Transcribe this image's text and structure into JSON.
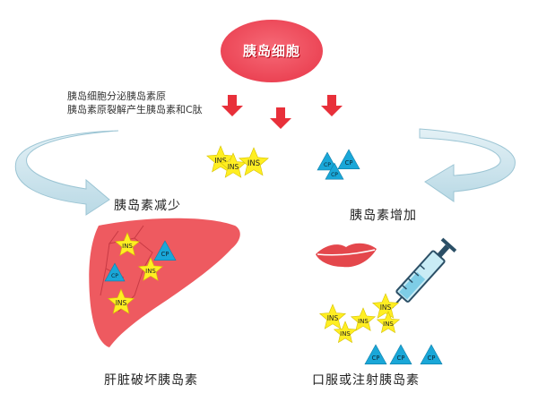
{
  "cell": {
    "title": "胰岛细胞"
  },
  "notes": {
    "secrete": "胰岛细胞分泌胰岛素原",
    "cleave": "胰岛素原裂解产生胰岛素和C肽"
  },
  "labels": {
    "decrease": "胰岛素减少",
    "increase": "胰岛素增加",
    "liver": "肝脏破坏胰岛素",
    "external": "口服或注射胰岛素"
  },
  "molecules": {
    "insulin": "INS",
    "cpeptide": "CP"
  },
  "colors": {
    "cell": "#f25060",
    "arrow": "#e8303a",
    "curved_arrow": "#cfe6ef",
    "liver": "#ee5a60",
    "star": "#ffee22",
    "triangle": "#1aa7d8",
    "lips": "#e4474c"
  },
  "icons": [
    "pancreatic-cell",
    "down-arrow-icon",
    "curved-arrow-icon",
    "star-icon",
    "triangle-icon",
    "liver-icon",
    "lips-icon",
    "syringe-icon"
  ]
}
